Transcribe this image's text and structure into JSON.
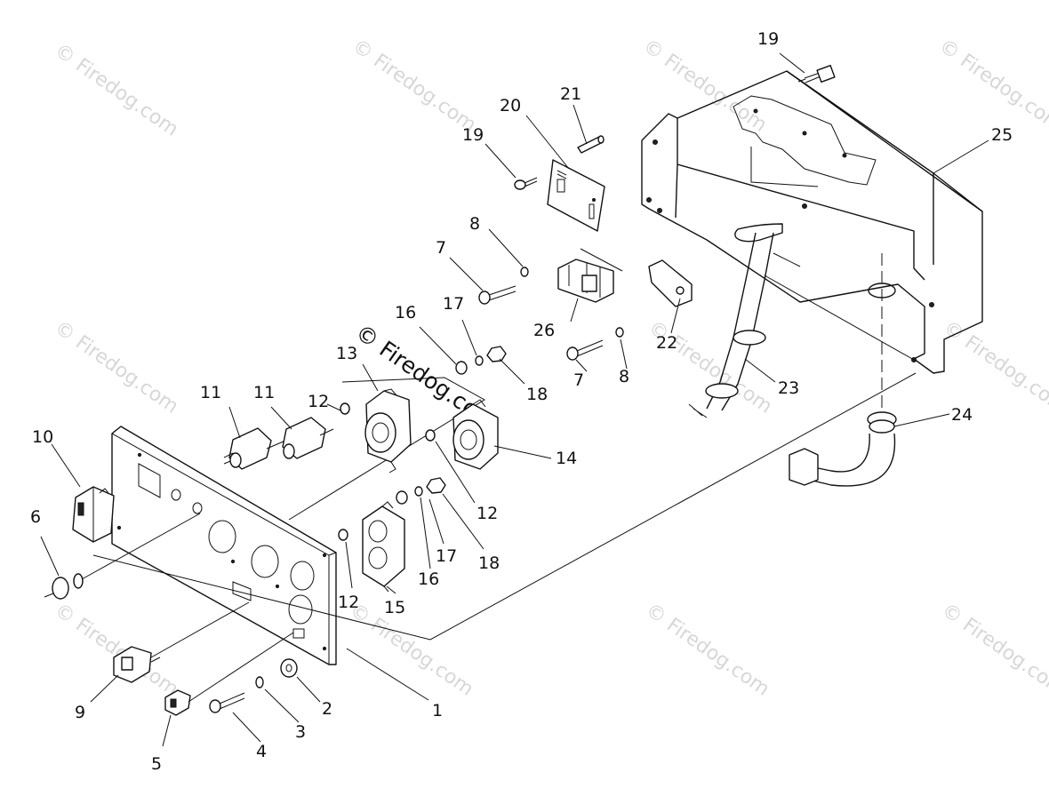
{
  "watermark": {
    "text": "© Firedog.com",
    "color": "#d7d7d7"
  },
  "callouts": {
    "n1": "1",
    "n2": "2",
    "n3": "3",
    "n4": "4",
    "n5": "5",
    "n6": "6",
    "n7a": "7",
    "n7b": "7",
    "n8a": "8",
    "n8b": "8",
    "n9": "9",
    "n10": "10",
    "n11a": "11",
    "n11b": "11",
    "n12a": "12",
    "n12b": "12",
    "n12c": "12",
    "n13": "13",
    "n14": "14",
    "n15": "15",
    "n16a": "16",
    "n16b": "16",
    "n17a": "17",
    "n17b": "17",
    "n18a": "18",
    "n18b": "18",
    "n19a": "19",
    "n19b": "19",
    "n20": "20",
    "n21": "21",
    "n22": "22",
    "n23": "23",
    "n24": "24",
    "n25": "25",
    "n26": "26"
  }
}
